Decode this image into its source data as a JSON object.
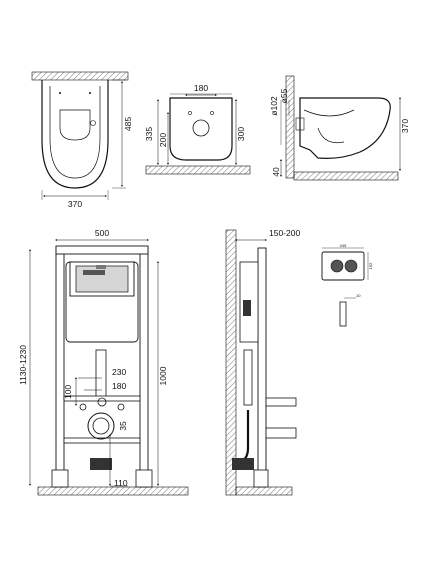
{
  "top_row": {
    "front_view": {
      "height": "485",
      "width": "370"
    },
    "mounting_view": {
      "hole_spacing": "180",
      "hole_height": "200",
      "offset": "335",
      "height": "300"
    },
    "side_view": {
      "drain": "ø102",
      "inlet": "ø55",
      "height": "370",
      "floor_offset": "40"
    }
  },
  "frame_front": {
    "width": "500",
    "adjustable_height": "1130-1230",
    "height": "1000",
    "pipe_230": "230",
    "pipe_180": "180",
    "pipe_100": "100",
    "pipe_35": "35",
    "foot_110": "110"
  },
  "frame_side": {
    "depth": "150-200"
  },
  "flush_plate": {
    "width": "245",
    "height": "162",
    "depth": "10"
  }
}
